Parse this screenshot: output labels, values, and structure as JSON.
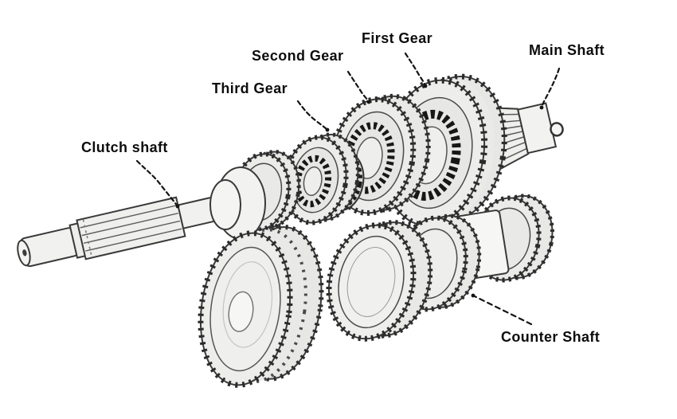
{
  "figure": {
    "labels": {
      "clutch_shaft": "Clutch shaft",
      "third_gear": "Third Gear",
      "second_gear": "Second Gear",
      "first_gear": "First Gear",
      "main_shaft": "Main Shaft",
      "counter_shaft": "Counter Shaft"
    },
    "colors": {
      "background": "#ffffff",
      "line": "#3a3a3a",
      "teeth_dark": "#2b2b2b",
      "synchro_dark": "#171717",
      "fill_light": "#ececea",
      "label_text": "#0d0d0d"
    }
  }
}
